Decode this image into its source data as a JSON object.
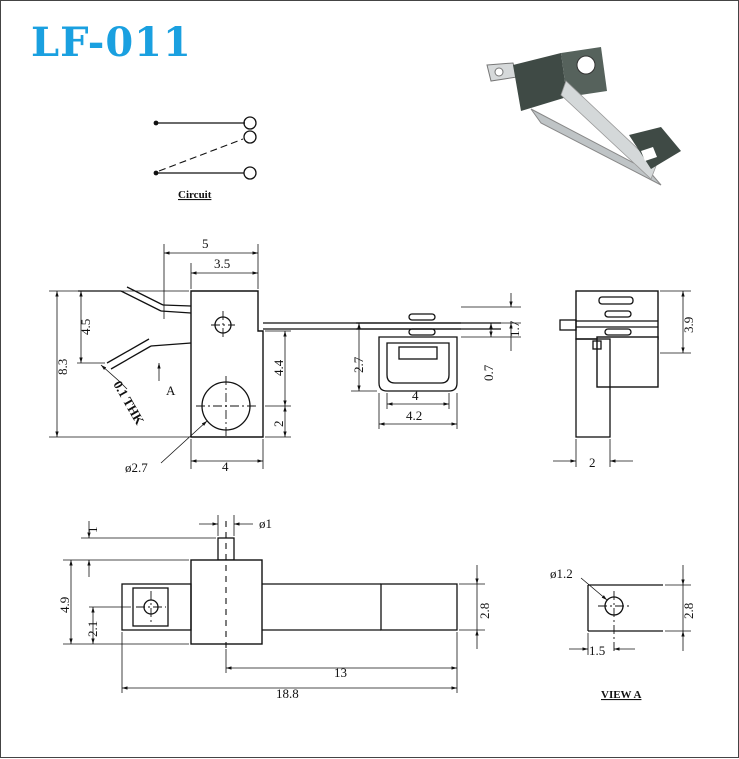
{
  "title": "LF-011",
  "circuit_label": "Circuit",
  "view_label": "VIEW A",
  "colors": {
    "title": "#1aa0e0",
    "part_body": "#3f4a45",
    "part_metal": "#bfc4c6"
  },
  "top_view": {
    "d_5": "5",
    "d_3_5": "3.5",
    "d_4_5": "4.5",
    "d_8_3": "8.3",
    "d_4_4": "4.4",
    "d_2": "2",
    "d_4": "4",
    "d_phi_2_7": "ø2.7",
    "d_thk": "0.1 THK",
    "arrow_a": "A"
  },
  "middle_view": {
    "d_1_7": "1.7",
    "d_2_7": "2.7",
    "d_0_7": "0.7",
    "d_4": "4",
    "d_4_2": "4.2"
  },
  "side_view": {
    "d_3_9": "3.9",
    "d_2": "2"
  },
  "front_view": {
    "d_1": "1",
    "d_phi_1": "ø1",
    "d_4_9": "4.9",
    "d_2_1": "2.1",
    "d_2_8": "2.8",
    "d_13": "13",
    "d_18_8": "18.8"
  },
  "view_a": {
    "d_phi_1_2": "ø1.2",
    "d_2_8": "2.8",
    "d_1_5": "1.5"
  }
}
